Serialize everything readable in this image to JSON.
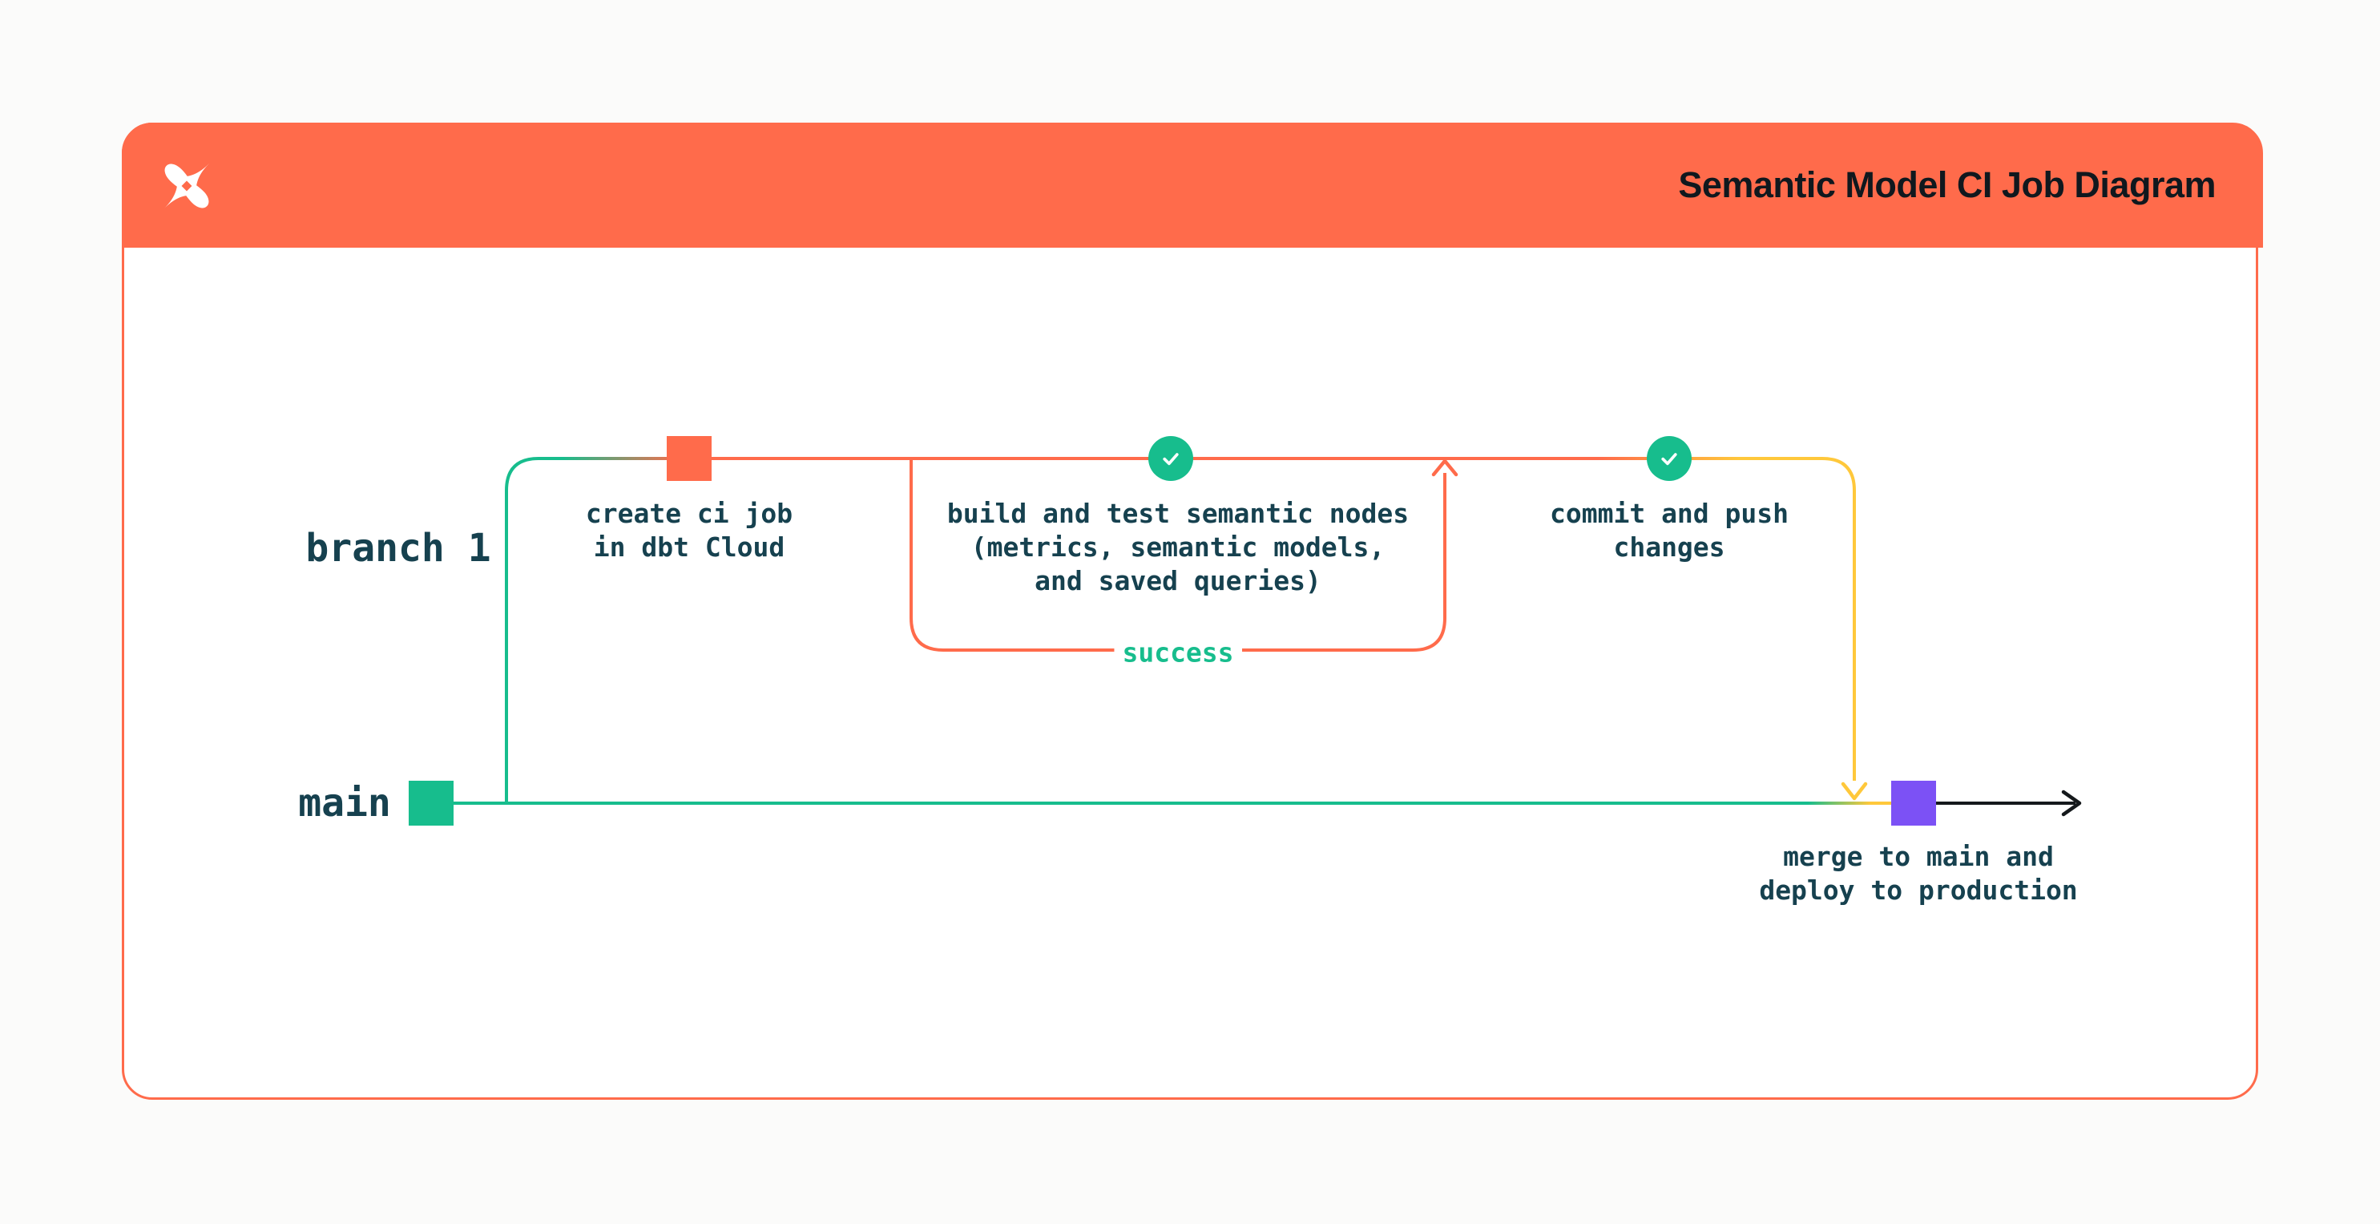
{
  "header": {
    "title": "Semantic Model CI Job Diagram",
    "logo_icon": "dbt-logo"
  },
  "colors": {
    "brand_orange": "#FF6B4B",
    "green": "#17BD8D",
    "yellow": "#FFC83B",
    "purple": "#7C51F5",
    "ink": "#16414F",
    "arrow_black": "#15191C",
    "card_bg": "#FFFFFF",
    "page_bg": "#FBFBFA"
  },
  "diagram": {
    "branch_label": "branch 1",
    "main_label": "main",
    "success_label": "success",
    "captions": {
      "create_ci": [
        "create ci job",
        "in dbt Cloud"
      ],
      "build_test": [
        "build and test semantic nodes",
        "(metrics, semantic models,",
        "and saved queries)"
      ],
      "commit_push": [
        "commit and push",
        "changes"
      ],
      "merge_deploy": [
        "merge to main and",
        "deploy to production"
      ]
    },
    "nodes": [
      {
        "id": "create-ci-job-node",
        "shape": "square",
        "color": "#FF6B4B"
      },
      {
        "id": "build-test-check-node",
        "shape": "check-circle",
        "color": "#17BD8D"
      },
      {
        "id": "commit-push-check-node",
        "shape": "check-circle",
        "color": "#17BD8D"
      },
      {
        "id": "main-start-node",
        "shape": "square",
        "color": "#17BD8D"
      },
      {
        "id": "merge-deploy-node",
        "shape": "square",
        "color": "#7C51F5"
      }
    ]
  }
}
